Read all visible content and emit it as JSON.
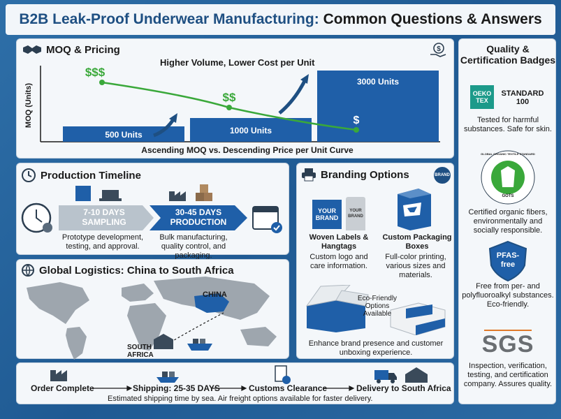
{
  "title": {
    "part1": "B2B Leak-Proof Underwear Manufacturing:",
    "part2": "Common Questions & Answers"
  },
  "moq": {
    "heading": "MOQ & Pricing",
    "subheading": "Higher Volume, Lower Cost per Unit",
    "ylabel": "MOQ (Units)",
    "caption": "Ascending MOQ vs. Descending Price per Unit Curve",
    "bars": [
      {
        "label": "500 Units",
        "value": 500
      },
      {
        "label": "1000 Units",
        "value": 1000
      },
      {
        "label": "3000 Units",
        "value": 3000
      }
    ],
    "price_labels": [
      "$$$",
      "$$",
      "$"
    ]
  },
  "timeline": {
    "heading": "Production Timeline",
    "step1": {
      "title": "7-10 DAYS",
      "title2": "SAMPLING",
      "desc": "Prototype development, testing, and approval."
    },
    "step2": {
      "title": "30-45 DAYS",
      "title2": "PRODUCTION",
      "desc": "Bulk manufacturing, quality control, and packaging."
    }
  },
  "branding": {
    "heading": "Branding Options",
    "badge": "BRAND",
    "label_text": "YOUR BRAND",
    "tag_text": "YOUR BRAND",
    "woven": {
      "title": "Woven Labels & Hangtags",
      "desc": "Custom logo and care information."
    },
    "packaging": {
      "title": "Custom Packaging Boxes",
      "desc": "Full-color printing, various sizes and materials."
    },
    "eco": "Eco-Friendly Options Available",
    "footer": "Enhance brand presence and customer unboxing experience."
  },
  "logistics": {
    "heading": "Global Logistics: China to South Africa",
    "china": "CHINA",
    "south_africa": "SOUTH AFRICA",
    "steps": [
      "Order Complete",
      "Shipping: 25-35 DAYS",
      "Customs Clearance",
      "Delivery to South Africa"
    ],
    "note": "Estimated shipping time by sea. Air freight options available for faster delivery."
  },
  "quality": {
    "heading": "Quality & Certification Badges",
    "oeko": {
      "logo": "OEKO TEX",
      "name": "STANDARD 100",
      "desc": "Tested for harmful substances. Safe for skin."
    },
    "gots": {
      "ring": "GLOBAL ORGANIC TEXTILE STANDARD",
      "abbr": "GOTS",
      "desc": "Certified organic fibers, environmentally and socially responsible."
    },
    "pfas": {
      "logo": "PFAS-free",
      "desc": "Free from per- and polyfluoroalkyl substances. Eco-friendly."
    },
    "sgs": {
      "logo": "SGS",
      "desc": "Inspection, verification, testing, and certification company. Assures quality."
    }
  },
  "colors": {
    "blue": "#1f5fa8",
    "green": "#3aa83a",
    "dark": "#1e4f82"
  }
}
